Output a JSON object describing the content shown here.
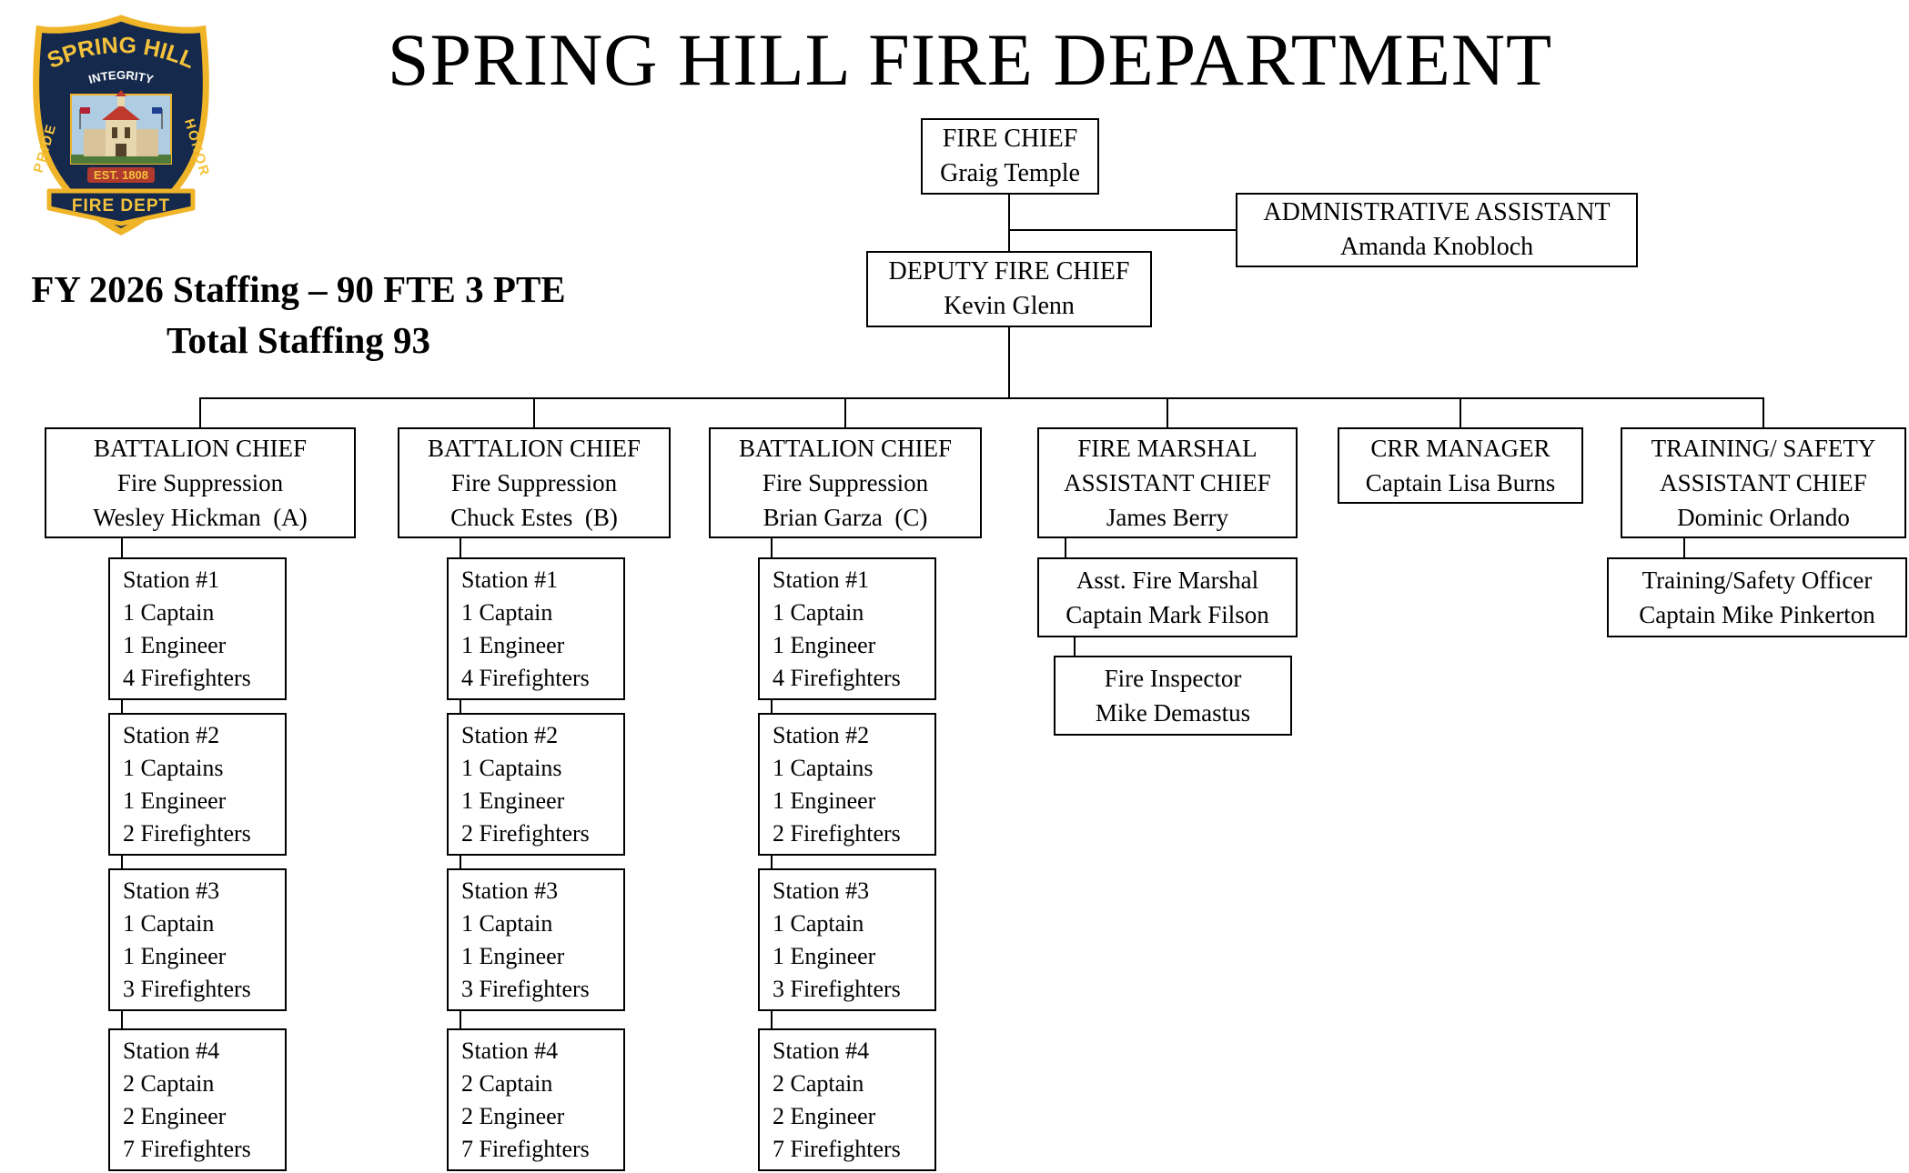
{
  "page_title": "SPRING HILL FIRE DEPARTMENT",
  "staffing": {
    "line1": "FY 2026 Staffing – 90 FTE 3 PTE",
    "line2": "Total Staffing 93"
  },
  "logo": {
    "city": "SPRING HILL",
    "integrity": "INTEGRITY",
    "pride": "PRIDE",
    "honor": "HONOR",
    "established": "EST. 1808",
    "banner": "FIRE DEPT"
  },
  "org": {
    "fire_chief": [
      "FIRE CHIEF",
      "Graig Temple"
    ],
    "admin_assistant": [
      "ADMNISTRATIVE ASSISTANT",
      "Amanda Knobloch"
    ],
    "deputy_chief": [
      "DEPUTY FIRE CHIEF",
      "Kevin Glenn"
    ],
    "battalion_a": [
      "BATTALION CHIEF",
      "Fire Suppression",
      "Wesley Hickman  (A)"
    ],
    "battalion_b": [
      "BATTALION CHIEF",
      "Fire Suppression",
      "Chuck Estes  (B)"
    ],
    "battalion_c": [
      "BATTALION CHIEF",
      "Fire Suppression",
      "Brian Garza  (C)"
    ],
    "fire_marshal": [
      "FIRE MARSHAL",
      "ASSISTANT CHIEF",
      "James Berry"
    ],
    "crr_manager": [
      "CRR MANAGER",
      "Captain Lisa Burns"
    ],
    "training_safety": [
      "TRAINING/ SAFETY",
      "ASSISTANT CHIEF",
      "Dominic Orlando"
    ],
    "asst_fire_marshal": [
      "Asst. Fire Marshal",
      "Captain Mark Filson"
    ],
    "fire_inspector": [
      "Fire Inspector",
      "Mike Demastus"
    ],
    "training_officer": [
      "Training/Safety Officer",
      "Captain Mike Pinkerton"
    ],
    "stations_a": [
      [
        "Station #1",
        "1 Captain",
        "1 Engineer",
        "4 Firefighters"
      ],
      [
        "Station #2",
        "1 Captains",
        "1 Engineer",
        "2 Firefighters"
      ],
      [
        "Station #3",
        "1 Captain",
        "1 Engineer",
        "3 Firefighters"
      ],
      [
        "Station #4",
        "2 Captain",
        "2 Engineer",
        "7 Firefighters"
      ]
    ],
    "stations_b": [
      [
        "Station #1",
        "1 Captain",
        "1 Engineer",
        "4 Firefighters"
      ],
      [
        "Station #2",
        "1 Captains",
        "1 Engineer",
        "2 Firefighters"
      ],
      [
        "Station #3",
        "1 Captain",
        "1 Engineer",
        "3 Firefighters"
      ],
      [
        "Station #4",
        "2 Captain",
        "2 Engineer",
        "7 Firefighters"
      ]
    ],
    "stations_c": [
      [
        "Station #1",
        "1 Captain",
        "1 Engineer",
        "4 Firefighters"
      ],
      [
        "Station #2",
        "1 Captains",
        "1 Engineer",
        "2 Firefighters"
      ],
      [
        "Station #3",
        "1 Captain",
        "1 Engineer",
        "3 Firefighters"
      ],
      [
        "Station #4",
        "2 Captain",
        "2 Engineer",
        "7 Firefighters"
      ]
    ]
  }
}
